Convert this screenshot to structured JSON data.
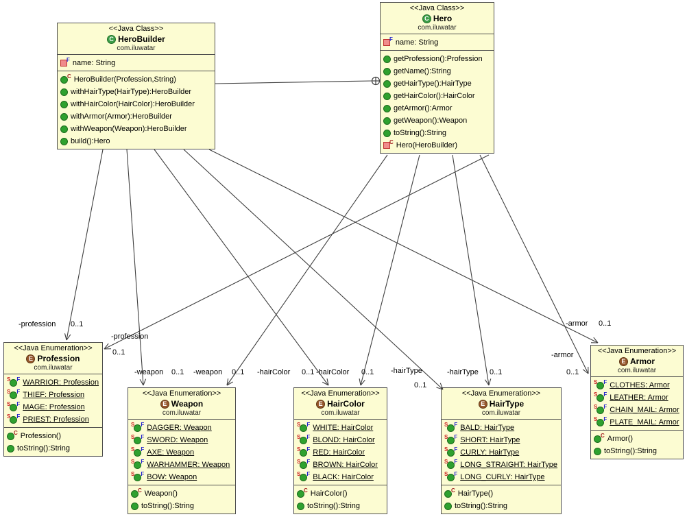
{
  "diagram": {
    "background": "#ffffff",
    "box_fill": "#FCFCD2",
    "box_border_color": "#4e4e4e",
    "line_color": "#3f3f3f",
    "class_icon_color": "#3E9E49",
    "enum_icon_color": "#96572B",
    "public_member_color": "#2FA12F",
    "private_member_color": "#C03030"
  },
  "icon_letters": {
    "class": "C",
    "enumeration": "E",
    "static": "S",
    "final": "F",
    "constructor": "C"
  },
  "classes": [
    {
      "id": "HeroBuilder",
      "stereotype": "<<Java Class>>",
      "kind": "class",
      "name": "HeroBuilder",
      "package": "com.iluwatar",
      "fields": [
        {
          "text": "name: String",
          "visibility": "private",
          "kind": "field",
          "final": true
        }
      ],
      "methods": [
        {
          "text": "HeroBuilder(Profession,String)",
          "visibility": "public",
          "is_constructor": true
        },
        {
          "text": "withHairType(HairType):HeroBuilder",
          "visibility": "public"
        },
        {
          "text": "withHairColor(HairColor):HeroBuilder",
          "visibility": "public"
        },
        {
          "text": "withArmor(Armor):HeroBuilder",
          "visibility": "public"
        },
        {
          "text": "withWeapon(Weapon):HeroBuilder",
          "visibility": "public"
        },
        {
          "text": "build():Hero",
          "visibility": "public"
        }
      ]
    },
    {
      "id": "Hero",
      "stereotype": "<<Java Class>>",
      "kind": "class",
      "name": "Hero",
      "package": "com.iluwatar",
      "fields": [
        {
          "text": "name: String",
          "visibility": "private",
          "kind": "field",
          "final": true
        }
      ],
      "methods": [
        {
          "text": "getProfession():Profession",
          "visibility": "public"
        },
        {
          "text": "getName():String",
          "visibility": "public"
        },
        {
          "text": "getHairType():HairType",
          "visibility": "public"
        },
        {
          "text": "getHairColor():HairColor",
          "visibility": "public"
        },
        {
          "text": "getArmor():Armor",
          "visibility": "public"
        },
        {
          "text": "getWeapon():Weapon",
          "visibility": "public"
        },
        {
          "text": "toString():String",
          "visibility": "public"
        },
        {
          "text": "Hero(HeroBuilder)",
          "visibility": "private",
          "is_constructor": true
        }
      ]
    },
    {
      "id": "Profession",
      "stereotype": "<<Java Enumeration>>",
      "kind": "enumeration",
      "name": "Profession",
      "package": "com.iluwatar",
      "fields": [
        {
          "text": "WARRIOR: Profession",
          "visibility": "public",
          "kind": "field",
          "static": true,
          "final": true
        },
        {
          "text": "THIEF: Profession",
          "visibility": "public",
          "kind": "field",
          "static": true,
          "final": true
        },
        {
          "text": "MAGE: Profession",
          "visibility": "public",
          "kind": "field",
          "static": true,
          "final": true
        },
        {
          "text": "PRIEST: Profession",
          "visibility": "public",
          "kind": "field",
          "static": true,
          "final": true
        }
      ],
      "methods": [
        {
          "text": "Profession()",
          "visibility": "public",
          "is_constructor": true
        },
        {
          "text": "toString():String",
          "visibility": "public"
        }
      ]
    },
    {
      "id": "Weapon",
      "stereotype": "<<Java Enumeration>>",
      "kind": "enumeration",
      "name": "Weapon",
      "package": "com.iluwatar",
      "fields": [
        {
          "text": "DAGGER: Weapon",
          "visibility": "public",
          "kind": "field",
          "static": true,
          "final": true
        },
        {
          "text": "SWORD: Weapon",
          "visibility": "public",
          "kind": "field",
          "static": true,
          "final": true
        },
        {
          "text": "AXE: Weapon",
          "visibility": "public",
          "kind": "field",
          "static": true,
          "final": true
        },
        {
          "text": "WARHAMMER: Weapon",
          "visibility": "public",
          "kind": "field",
          "static": true,
          "final": true
        },
        {
          "text": "BOW: Weapon",
          "visibility": "public",
          "kind": "field",
          "static": true,
          "final": true
        }
      ],
      "methods": [
        {
          "text": "Weapon()",
          "visibility": "public",
          "is_constructor": true
        },
        {
          "text": "toString():String",
          "visibility": "public"
        }
      ]
    },
    {
      "id": "HairColor",
      "stereotype": "<<Java Enumeration>>",
      "kind": "enumeration",
      "name": "HairColor",
      "package": "com.iluwatar",
      "fields": [
        {
          "text": "WHITE: HairColor",
          "visibility": "public",
          "kind": "field",
          "static": true,
          "final": true
        },
        {
          "text": "BLOND: HairColor",
          "visibility": "public",
          "kind": "field",
          "static": true,
          "final": true
        },
        {
          "text": "RED: HairColor",
          "visibility": "public",
          "kind": "field",
          "static": true,
          "final": true
        },
        {
          "text": "BROWN: HairColor",
          "visibility": "public",
          "kind": "field",
          "static": true,
          "final": true
        },
        {
          "text": "BLACK: HairColor",
          "visibility": "public",
          "kind": "field",
          "static": true,
          "final": true
        }
      ],
      "methods": [
        {
          "text": "HairColor()",
          "visibility": "public",
          "is_constructor": true
        },
        {
          "text": "toString():String",
          "visibility": "public"
        }
      ]
    },
    {
      "id": "HairType",
      "stereotype": "<<Java Enumeration>>",
      "kind": "enumeration",
      "name": "HairType",
      "package": "com.iluwatar",
      "fields": [
        {
          "text": "BALD: HairType",
          "visibility": "public",
          "kind": "field",
          "static": true,
          "final": true
        },
        {
          "text": "SHORT: HairType",
          "visibility": "public",
          "kind": "field",
          "static": true,
          "final": true
        },
        {
          "text": "CURLY: HairType",
          "visibility": "public",
          "kind": "field",
          "static": true,
          "final": true
        },
        {
          "text": "LONG_STRAIGHT: HairType",
          "visibility": "public",
          "kind": "field",
          "static": true,
          "final": true
        },
        {
          "text": "LONG_CURLY: HairType",
          "visibility": "public",
          "kind": "field",
          "static": true,
          "final": true
        }
      ],
      "methods": [
        {
          "text": "HairType()",
          "visibility": "public",
          "is_constructor": true
        },
        {
          "text": "toString():String",
          "visibility": "public"
        }
      ]
    },
    {
      "id": "Armor",
      "stereotype": "<<Java Enumeration>>",
      "kind": "enumeration",
      "name": "Armor",
      "package": "com.iluwatar",
      "fields": [
        {
          "text": "CLOTHES: Armor",
          "visibility": "public",
          "kind": "field",
          "static": true,
          "final": true
        },
        {
          "text": "LEATHER: Armor",
          "visibility": "public",
          "kind": "field",
          "static": true,
          "final": true
        },
        {
          "text": "CHAIN_MAIL: Armor",
          "visibility": "public",
          "kind": "field",
          "static": true,
          "final": true
        },
        {
          "text": "PLATE_MAIL: Armor",
          "visibility": "public",
          "kind": "field",
          "static": true,
          "final": true
        }
      ],
      "methods": [
        {
          "text": "Armor()",
          "visibility": "public",
          "is_constructor": true
        },
        {
          "text": "toString():String",
          "visibility": "public"
        }
      ]
    }
  ],
  "edges": [
    {
      "id": "e1",
      "from": "HeroBuilder",
      "to": "Profession",
      "label": "-profession",
      "multiplicity": "0..1"
    },
    {
      "id": "e2",
      "from": "HeroBuilder",
      "to": "Weapon",
      "label": "-weapon",
      "multiplicity": "0..1"
    },
    {
      "id": "e3",
      "from": "HeroBuilder",
      "to": "HairColor",
      "label": "-hairColor",
      "multiplicity": "0..1"
    },
    {
      "id": "e4",
      "from": "HeroBuilder",
      "to": "HairType",
      "label": "-hairType",
      "multiplicity": "0..1"
    },
    {
      "id": "e5",
      "from": "HeroBuilder",
      "to": "Armor",
      "label": "-armor",
      "multiplicity": "0..1"
    },
    {
      "id": "e6",
      "from": "Hero",
      "to": "Profession",
      "label": "-profession",
      "multiplicity": "0..1"
    },
    {
      "id": "e7",
      "from": "Hero",
      "to": "Weapon",
      "label": "-weapon",
      "multiplicity": "0..1"
    },
    {
      "id": "e8",
      "from": "Hero",
      "to": "HairColor",
      "label": "-hairColor",
      "multiplicity": "0..1"
    },
    {
      "id": "e9",
      "from": "Hero",
      "to": "HairType",
      "label": "-hairType",
      "multiplicity": "0..1"
    },
    {
      "id": "e10",
      "from": "Hero",
      "to": "Armor",
      "label": "-armor",
      "multiplicity": "0..1"
    },
    {
      "id": "e0",
      "from": "HeroBuilder",
      "to": "Hero",
      "type": "containment",
      "label": "",
      "multiplicity": ""
    }
  ]
}
